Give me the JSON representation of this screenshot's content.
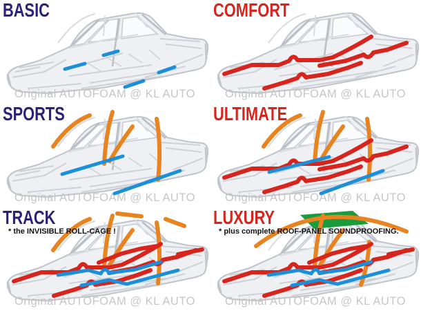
{
  "page": {
    "background": "#ffffff",
    "watermark_text": "Original AUTOFOAM @ KL AUTO"
  },
  "colors": {
    "navy": "#2a2178",
    "red": "#d7241c",
    "orange": "#e8831f",
    "blue": "#1b90d9",
    "green": "#1a9b3d",
    "watermark_gray": "#c6c6c6",
    "subtitle_black": "#111111"
  },
  "panels": [
    {
      "id": "basic",
      "label": "BASIC",
      "label_color": "navy",
      "subtitle": "",
      "watermark": "Original AUTOFOAM @ KL AUTO",
      "overlays": [
        {
          "name": "blue-foam-strips",
          "color": "blue",
          "width": 5,
          "paths": [
            "M150,80 L171,74",
            "M94,100 L123,92",
            "M230,105 L253,97",
            "M181,126 L208,117"
          ]
        }
      ]
    },
    {
      "id": "comfort",
      "label": "COMFORT",
      "label_color": "red",
      "subtitle": "",
      "watermark": "Original AUTOFOAM @ KL AUTO",
      "overlays": [
        {
          "name": "red-foam-tubes",
          "color": "red",
          "width": 6,
          "paths": [
            "M177,83 Q205,70 233,53",
            "M284,62 L256,72 L236,76 q-7,11 -14,3 L196,88 L158,95",
            "M20,107 L60,94 L99,94 L114,88 q6,-11 12,-1 L158,87 L177,83",
            "M78,128 L108,119 L126,113 q6,-11 12,-1 L170,107 L199,98 L218,91"
          ]
        }
      ]
    },
    {
      "id": "sports",
      "label": "SPORTS",
      "label_color": "navy",
      "subtitle": "",
      "watermark": "Original AUTOFOAM @ KL AUTO",
      "overlays": [
        {
          "name": "orange-pillar-tubes",
          "color": "orange",
          "width": 6,
          "paths": [
            "M77,62 Q102,27 130,17",
            "M151,87 Q153,45 163,12",
            "M192,33 Q174,57 159,83",
            "M227,22 Q234,62 229,110"
          ]
        },
        {
          "name": "blue-sill-strips",
          "color": "blue",
          "width": 5,
          "paths": [
            "M90,102 L178,76",
            "M166,130 L261,97"
          ]
        }
      ]
    },
    {
      "id": "ultimate",
      "label": "ULTIMATE",
      "label_color": "red",
      "subtitle": "",
      "watermark": "Original AUTOFOAM @ KL AUTO",
      "overlays": [
        {
          "name": "orange-pillar-tubes",
          "color": "orange",
          "width": 6,
          "paths": [
            "M77,62 Q102,27 130,17",
            "M151,87 Q153,45 163,12",
            "M192,33 Q174,57 159,83",
            "M227,22 Q234,62 229,110"
          ]
        },
        {
          "name": "red-foam-tubes",
          "color": "red",
          "width": 6,
          "paths": [
            "M177,83 Q205,70 233,53",
            "M284,62 L256,72 L236,76 q-7,11 -14,3 L196,88 L158,95",
            "M20,107 L60,94 L99,94 L114,88 q6,-11 12,-1 L158,87 L177,83",
            "M78,128 L108,119 L126,113 q6,-11 12,-1 L170,107 L199,98 L218,91"
          ]
        },
        {
          "name": "blue-sill-strips",
          "color": "blue",
          "width": 5,
          "paths": [
            "M85,99 L172,77",
            "M160,130 L250,97"
          ]
        }
      ]
    },
    {
      "id": "track",
      "label": "TRACK",
      "label_color": "navy",
      "subtitle": "* the INVISIBLE ROLL-CAGE !",
      "watermark": "Original AUTOFOAM @ KL AUTO",
      "overlays": [
        {
          "name": "orange-rollcage-tubes",
          "color": "orange",
          "width": 6,
          "paths": [
            "M77,62 Q102,27 130,17",
            "M151,87 Q153,45 163,12",
            "M192,33 Q174,57 159,83",
            "M227,22 Q234,62 229,110",
            "M170,9 L205,13",
            "M240,17 L267,27"
          ]
        },
        {
          "name": "red-foam-tubes",
          "color": "red",
          "width": 6,
          "paths": [
            "M177,83 Q205,70 233,53",
            "M284,62 L256,72 L236,76 q-7,11 -14,3 L196,88 L158,95",
            "M20,107 L60,94 L99,94 L114,88 q6,-11 12,-1 L158,87 L177,83",
            "M78,128 L108,119 L126,113 q6,-11 12,-1 L170,107 L199,98 L218,91",
            "M143,80 L176,67 L203,60 L228,56",
            "M258,68 L293,61"
          ]
        },
        {
          "name": "blue-foam-tubes",
          "color": "blue",
          "width": 5,
          "paths": [
            "M84,98 L128,91 L146,96 q6,-11 12,-1 L196,90 L233,79",
            "M118,113 L158,105 L184,111 L228,99 L258,91"
          ]
        }
      ]
    },
    {
      "id": "luxury",
      "label": "LUXURY",
      "label_color": "red",
      "subtitle": "* plus complete ROOF-PANEL SOUNDPROOFING.",
      "watermark": "Original AUTOFOAM @ KL AUTO",
      "overlays": [
        {
          "name": "green-roof-panel",
          "color": "green",
          "fill": true,
          "paths": [
            "M130,11 L206,5 L229,24 L150,31 Z"
          ]
        },
        {
          "name": "orange-pillar-tubes",
          "color": "orange",
          "width": 6,
          "paths": [
            "M66,56 Q160,-16 284,35",
            "M151,87 Q153,45 163,12",
            "M192,33 Q174,57 159,83",
            "M230,50 Q228,85 218,112"
          ]
        },
        {
          "name": "red-foam-tubes",
          "color": "red",
          "width": 6,
          "paths": [
            "M177,83 Q205,70 233,53",
            "M284,62 L256,72 L236,76 q-7,11 -14,3 L196,88 L158,95",
            "M20,107 L60,94 L99,94 L114,88 q6,-11 12,-1 L158,87 L177,83",
            "M78,128 L108,119 L126,113 q6,-11 12,-1 L170,107 L199,98 L218,91",
            "M143,80 L176,67 L203,60 L228,56",
            "M258,68 L293,61"
          ]
        },
        {
          "name": "blue-foam-tubes",
          "color": "blue",
          "width": 5,
          "paths": [
            "M84,98 L128,91 L146,96 q6,-11 12,-1 L196,90 L233,79",
            "M118,113 L158,105 L184,111 L228,99 L258,91"
          ]
        }
      ]
    }
  ]
}
